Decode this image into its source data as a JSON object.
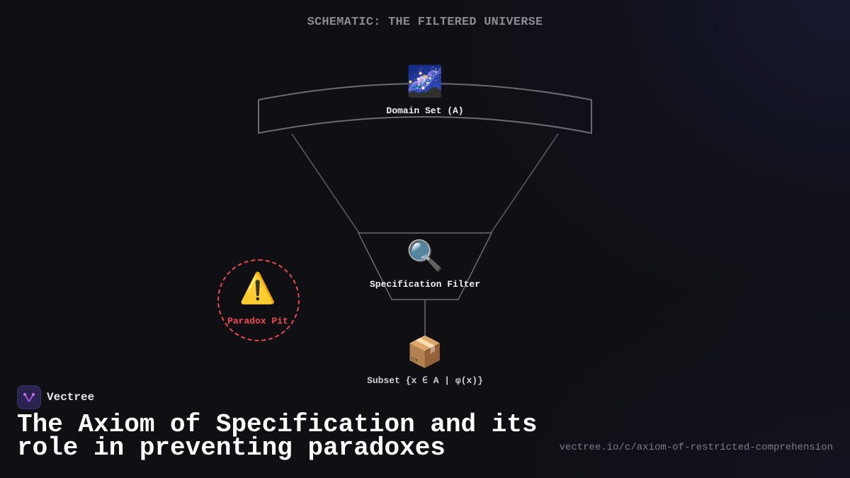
{
  "header": {
    "schematic_title": "SCHEMATIC: THE FILTERED UNIVERSE"
  },
  "diagram": {
    "domain_set": {
      "icon": "milky-way-emoji",
      "glyph": "🌌",
      "label": "Domain Set (A)"
    },
    "filter": {
      "icon": "magnifying-glass-emoji",
      "glyph": "🔍",
      "label": "Specification Filter"
    },
    "subset": {
      "icon": "package-emoji",
      "glyph": "📦",
      "label": "Subset {x ∈ A | φ(x)}"
    },
    "paradox_pit": {
      "icon": "warning-emoji",
      "glyph": "⚠️",
      "label": "Paradox Pit",
      "color": "#e5484d"
    },
    "line_color": "#6b6b70"
  },
  "brand": {
    "name": "Vectree",
    "logo_bg": "#2a2350",
    "logo_accent": "#a04ddc"
  },
  "title": "The Axiom of Specification and its role in preventing paradoxes",
  "url": "vectree.io/c/axiom-of-restricted-comprehension"
}
